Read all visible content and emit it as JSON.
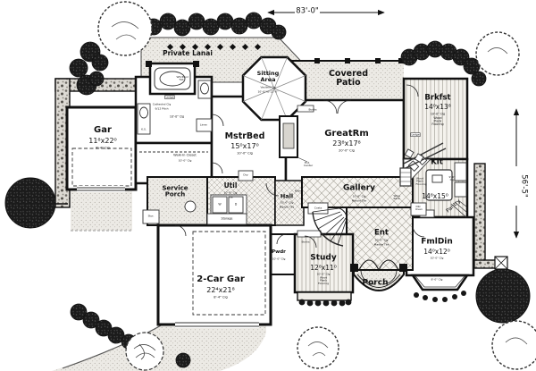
{
  "drawing": {
    "type": "house floor plan",
    "line_color": "#1a1a1a",
    "paper_color": "#ffffff"
  },
  "dimensions": {
    "overall_width": "83'-0\"",
    "overall_depth": "56'-5\""
  },
  "rooms": {
    "lanai": {
      "name": "Private Lanai"
    },
    "patio": {
      "name": "Covered Patio"
    },
    "sitting": {
      "name": "Sitting Area",
      "clg": "Vaulted Clg",
      "clg_range": "10'-0\" to 12'-0\""
    },
    "brkfst": {
      "name": "Brkfst",
      "size": "14⁰x13⁸",
      "clg": "10'-0\" Clg",
      "floor": "Wood Plank Flooring"
    },
    "gar": {
      "name": "Gar",
      "size": "11⁸x22⁰",
      "clg": "8'-4\" Clg"
    },
    "mstrbed": {
      "name": "MstrBed",
      "size": "15⁰x17⁰",
      "clg": "10'-0\" Clg"
    },
    "greatrm": {
      "name": "GreatRm",
      "size": "23⁸x17⁸",
      "clg": "20'-0\" Clg"
    },
    "kit": {
      "name": "Kit",
      "size": "14⁸x15⁰",
      "clg": "9'-0\" Clg",
      "floor": "Wood Plank Flooring"
    },
    "walkin": {
      "name": "Walk-In Closet",
      "clg": "10'-0\" Clg"
    },
    "sporch": {
      "name": "Service Porch"
    },
    "util": {
      "name": "Util",
      "clg": "10'-0\" Clg",
      "floor": "Tile"
    },
    "hall": {
      "name": "Hall",
      "clg": "10'-0\" Clg",
      "floor": "Marble Tile"
    },
    "gallery": {
      "name": "Gallery",
      "clg": "10'-0\" Clg",
      "floor": "Marble Tile"
    },
    "pwdr": {
      "name": "Pwdr",
      "clg": "10'-0\" Clg"
    },
    "study": {
      "name": "Study",
      "size": "12⁸x11⁰",
      "clg": "10'-0\" Clg",
      "floor": "Wood Plank Flooring"
    },
    "ent": {
      "name": "Ent",
      "clg": "20'-0\" Clg",
      "floor": "Marble Tile"
    },
    "fmldin": {
      "name": "FmlDin",
      "size": "14⁰x12⁰",
      "clg": "10'-0\" Clg",
      "bay_clg": "8'-0\" Clg"
    },
    "porch": {
      "name": "Porch"
    },
    "gar2": {
      "name": "2-Car Gar",
      "size": "22⁴x21⁸",
      "clg": "8'-4\" Clg"
    },
    "mbath": {
      "tub": "WhrlPool Tub",
      "ledge": "Ledge",
      "clg_note": "Cathedral Clg",
      "pitch": "9/12 Pitch",
      "clg": "10'-0\" Clg"
    }
  },
  "features": {
    "linen": "Linen",
    "ks": "K.S.",
    "dry": "Dry",
    "washer": "W",
    "dryer": "D",
    "storage": "Storage",
    "stor": "Stor.",
    "niche": "Niche",
    "coats": "Coats",
    "wine_rack": "Wine Rack",
    "ent_center": "Ent. Center",
    "books": "Books",
    "pantry": "Pantry",
    "dbl_oven": "Dbl Oven",
    "ledge": "Ledge"
  }
}
